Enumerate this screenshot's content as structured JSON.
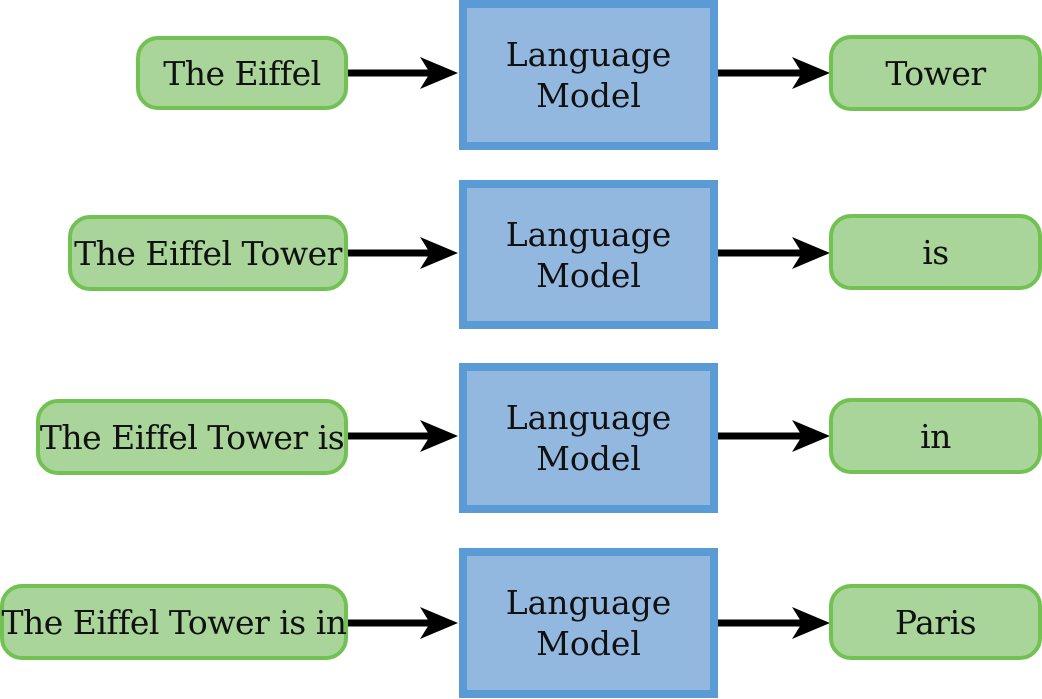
{
  "colors": {
    "input_fill": "#a9d59a",
    "input_border": "#72c153",
    "model_fill": "#93b8e0",
    "model_border": "#5b9bd5",
    "arrow": "#000000"
  },
  "rows": [
    {
      "input": "The Eiffel",
      "model_line1": "Language",
      "model_line2": "Model",
      "output": "Tower"
    },
    {
      "input": "The Eiffel Tower",
      "model_line1": "Language",
      "model_line2": "Model",
      "output": "is"
    },
    {
      "input": "The Eiffel Tower is",
      "model_line1": "Language",
      "model_line2": "Model",
      "output": "in"
    },
    {
      "input": "The Eiffel Tower is in",
      "model_line1": "Language",
      "model_line2": "Model",
      "output": "Paris"
    }
  ]
}
